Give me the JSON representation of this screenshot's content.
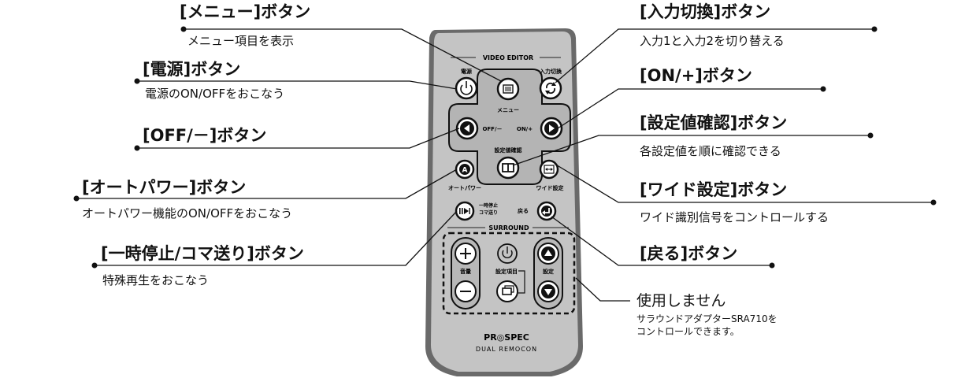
{
  "callouts": {
    "menu": {
      "title": "[メニュー]ボタン",
      "desc": "メニュー項目を表示"
    },
    "power": {
      "title": "[電源]ボタン",
      "desc": "電源のON/OFFをおこなう"
    },
    "off_minus": {
      "title": "[OFF/－]ボタン",
      "desc": ""
    },
    "auto_power": {
      "title": "[オートパワー]ボタン",
      "desc": "オートパワー機能のON/OFFをおこなう"
    },
    "pause_frame": {
      "title": "[一時停止/コマ送り]ボタン",
      "desc": "特殊再生をおこなう"
    },
    "input": {
      "title": "[入力切換]ボタン",
      "desc": "入力1と入力2を切り替える"
    },
    "on_plus": {
      "title": "[ON/+]ボタン",
      "desc": ""
    },
    "confirm": {
      "title": "[設定値確認]ボタン",
      "desc": "各設定値を順に確認できる"
    },
    "wide": {
      "title": "[ワイド設定]ボタン",
      "desc": "ワイド識別信号をコントロールする"
    },
    "back": {
      "title": "[戻る]ボタン",
      "desc": ""
    },
    "unused": {
      "title": "使用しません",
      "desc_line1": "サラウンドアダプターSRA710を",
      "desc_line2": "コントロールできます。"
    }
  },
  "remote": {
    "header": "VIDEO EDITOR",
    "power_label": "電源",
    "input_label": "入力切換",
    "menu_label": "メニュー",
    "off_label": "OFF/－",
    "on_label": "ON/+",
    "confirm_label": "設定値確認",
    "auto_label": "オートパワー",
    "wide_label": "ワイド設定",
    "pause_label_line1": "一時停止",
    "pause_label_line2": "コマ送り",
    "back_label": "戻る",
    "surround_header": "SURROUND",
    "volume_label": "音量",
    "setting_item_label": "設定項目",
    "setting_label": "設定",
    "brand": "PR◎SPEC",
    "model": "DUAL REMOCON"
  },
  "colors": {
    "body": "#c4c4c4",
    "edge": "#6a6a6a",
    "ink": "#111111",
    "button": "#ffffff"
  }
}
